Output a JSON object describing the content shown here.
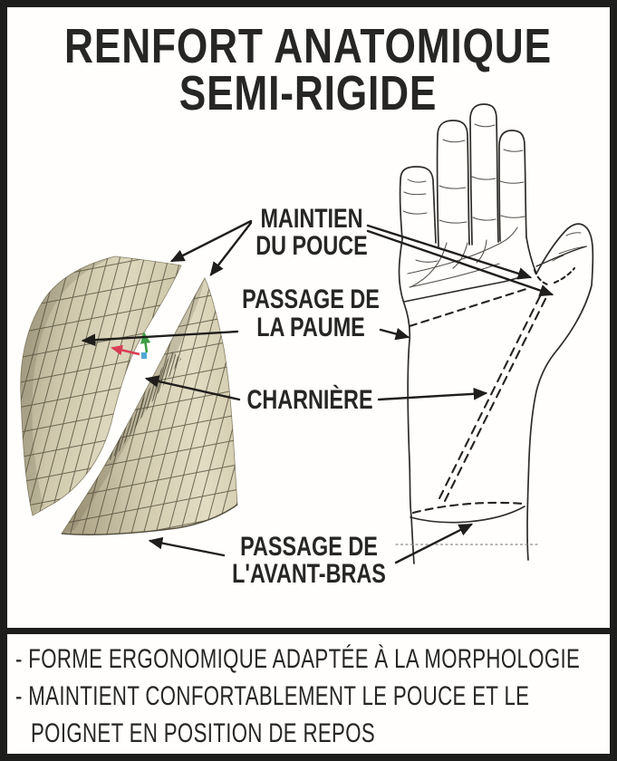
{
  "title": {
    "line1": "RENFORT ANATOMIQUE",
    "line2": "SEMI-RIGIDE"
  },
  "callouts": {
    "thumb_support": {
      "line1": "MAINTIEN",
      "line2": "DU POUCE"
    },
    "palm_passage": {
      "line1": "PASSAGE DE",
      "line2": "LA PAUME"
    },
    "hinge": {
      "label": "CHARNIÈRE"
    },
    "forearm_passage": {
      "line1": "PASSAGE DE",
      "line2": "L'AVANT-BRAS"
    }
  },
  "footer": {
    "line1": "- FORME ERGONOMIQUE ADAPTÉE À LA MORPHOLOGIE",
    "line2": "- MAINTIENT CONFORTABLEMENT LE POUCE ET LE",
    "line3": "POIGNET EN POSITION DE REPOS"
  },
  "figures": {
    "splint_render": "3d-mesh-render-of-semi-rigid-splint",
    "hand_diagram": "hand-outline-with-dashed-splint-placement"
  },
  "colors": {
    "frame": "#1d1d1b",
    "text": "#262624",
    "line_art": "#2e2c29",
    "splint_highlight": "#e2dcc3",
    "splint_base": "#d5cfb4",
    "splint_shadow": "#a89f85",
    "mesh_line": "#4a4433",
    "axis_red": "#d93c56",
    "axis_green": "#3f9e45",
    "axis_blue": "#3f9fd0"
  }
}
